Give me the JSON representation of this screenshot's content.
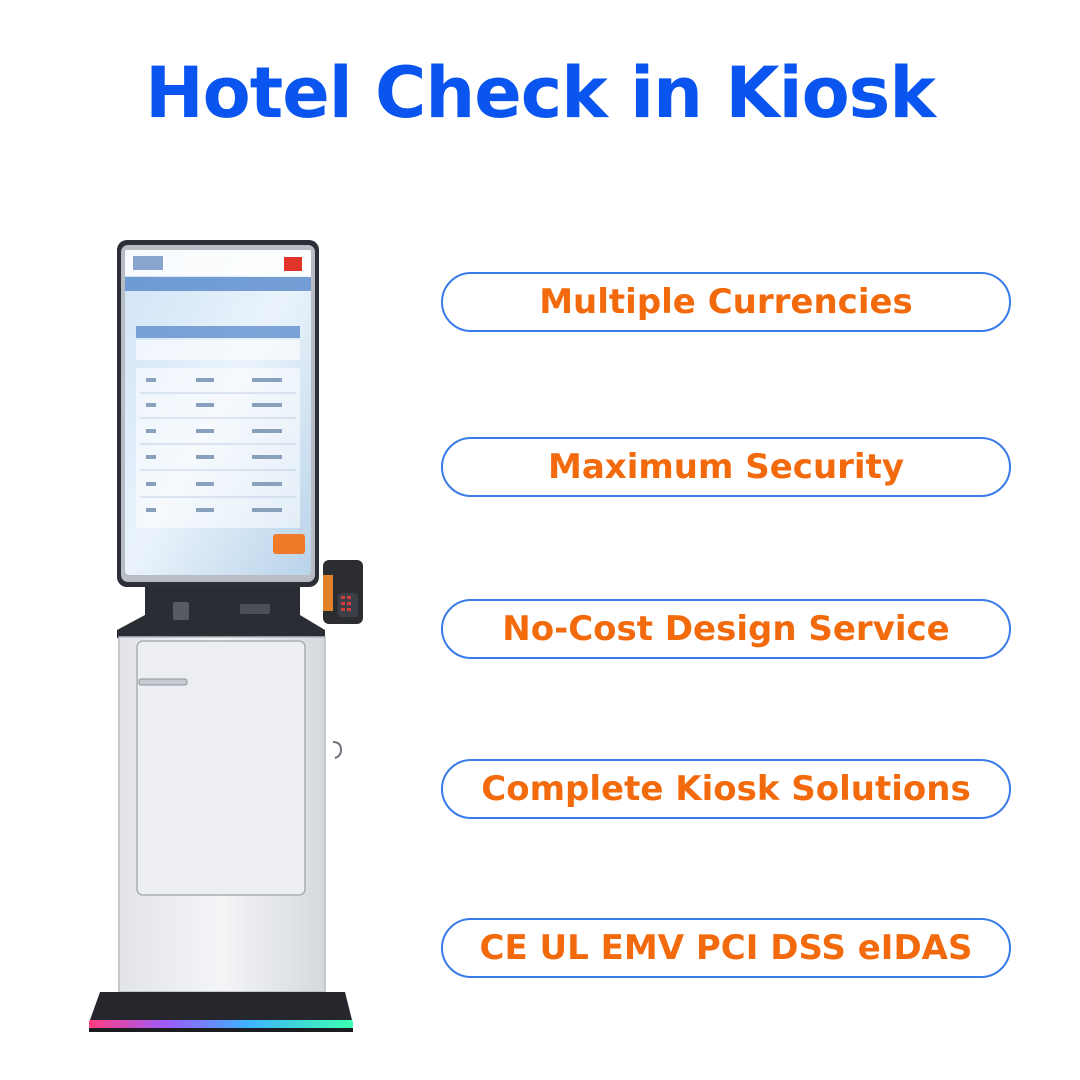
{
  "title": "Hotel Check in Kiosk",
  "features": [
    "Multiple Currencies",
    "Maximum Security",
    "No-Cost Design Service",
    "Complete Kiosk Solutions",
    "CE UL EMV PCI DSS eIDAS"
  ],
  "colors": {
    "title": "#0a55f0",
    "feature_text": "#f26a0c",
    "pill_border": "#3a7bea"
  }
}
